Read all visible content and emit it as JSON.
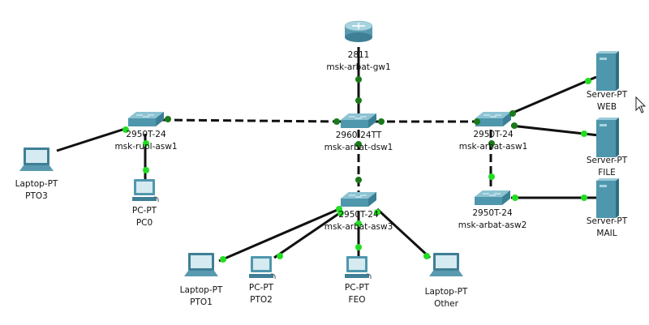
{
  "devices": [
    {
      "id": "gw1",
      "type": "router",
      "model": "2811",
      "name": "msk-arbat-gw1"
    },
    {
      "id": "dsw1",
      "type": "switch",
      "model": "2960-24TT",
      "name": "msk-arbat-dsw1"
    },
    {
      "id": "rupl",
      "type": "switch",
      "model": "2950T-24",
      "name": "msk-rupl-asw1"
    },
    {
      "id": "asw1",
      "type": "switch",
      "model": "2950T-24",
      "name": "msk-arbat-asw1"
    },
    {
      "id": "asw2",
      "type": "switch",
      "model": "2950T-24",
      "name": "msk-arbat-asw2"
    },
    {
      "id": "asw3",
      "type": "switch",
      "model": "2950T-24",
      "name": "msk-arbat-asw3"
    },
    {
      "id": "pto3",
      "type": "laptop",
      "model": "Laptop-PT",
      "name": "PTO3"
    },
    {
      "id": "pc0",
      "type": "pc",
      "model": "PC-PT",
      "name": "PC0"
    },
    {
      "id": "web",
      "type": "server",
      "model": "Server-PT",
      "name": "WEB"
    },
    {
      "id": "file",
      "type": "server",
      "model": "Server-PT",
      "name": "FILE"
    },
    {
      "id": "mail",
      "type": "server",
      "model": "Server-PT",
      "name": "MAIL"
    },
    {
      "id": "pto1",
      "type": "laptop",
      "model": "Laptop-PT",
      "name": "PTO1"
    },
    {
      "id": "pto2",
      "type": "pc",
      "model": "PC-PT",
      "name": "PTO2"
    },
    {
      "id": "feo",
      "type": "pc",
      "model": "PC-PT",
      "name": "FEO"
    },
    {
      "id": "other",
      "type": "laptop",
      "model": "Laptop-PT",
      "name": "Other"
    }
  ],
  "links": [
    {
      "from": "gw1",
      "to": "dsw1",
      "style": "solid"
    },
    {
      "from": "rupl",
      "to": "dsw1",
      "style": "dashed"
    },
    {
      "from": "dsw1",
      "to": "asw1",
      "style": "dashed"
    },
    {
      "from": "dsw1",
      "to": "asw3",
      "style": "dashed"
    },
    {
      "from": "asw1",
      "to": "asw2",
      "style": "dashed"
    },
    {
      "from": "asw1",
      "to": "web",
      "style": "solid"
    },
    {
      "from": "asw1",
      "to": "file",
      "style": "solid"
    },
    {
      "from": "asw2",
      "to": "mail",
      "style": "solid"
    },
    {
      "from": "rupl",
      "to": "pto3",
      "style": "solid"
    },
    {
      "from": "rupl",
      "to": "pc0",
      "style": "solid"
    },
    {
      "from": "asw3",
      "to": "pto1",
      "style": "solid"
    },
    {
      "from": "asw3",
      "to": "pto2",
      "style": "solid"
    },
    {
      "from": "asw3",
      "to": "feo",
      "style": "solid"
    },
    {
      "from": "asw3",
      "to": "other",
      "style": "solid"
    }
  ],
  "colors": {
    "device": "#4f97ad",
    "link": "#111111",
    "port_up": "#22dd22",
    "port_trunk": "#1a7a1a"
  }
}
